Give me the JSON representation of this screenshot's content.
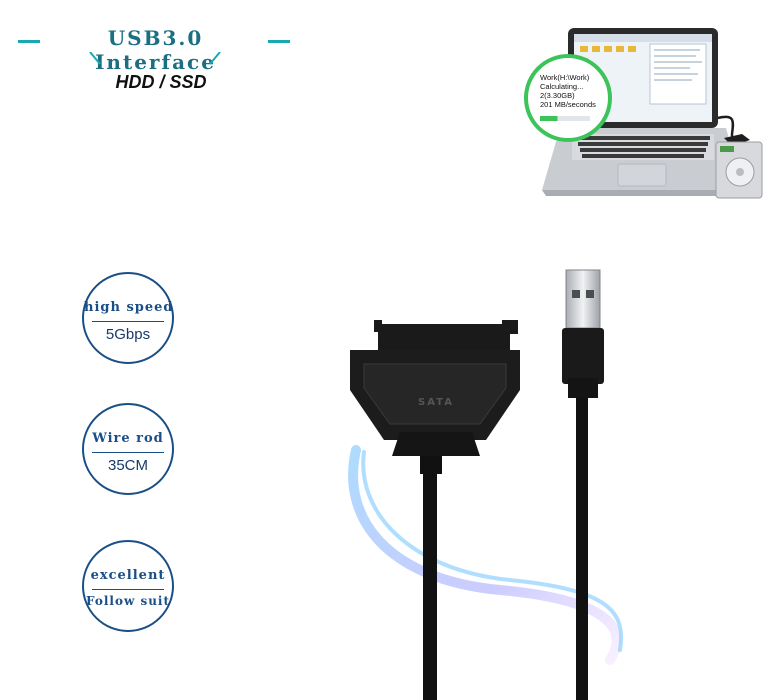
{
  "header": {
    "title": "USB3.0 Interface",
    "subtitle": "HDD / SSD"
  },
  "laptop_popup": {
    "line1": "Work(H:\\Work)",
    "line2": "Calculating...",
    "line3": "2(3.30GB)",
    "line4": "201 MB/seconds",
    "progress": 0.35
  },
  "badges": [
    {
      "line1": "high speed",
      "line2": "5Gbps"
    },
    {
      "line1": "Wire rod",
      "line2": "35CM"
    },
    {
      "line1": "excellent",
      "line2": "Follow suit"
    }
  ],
  "product": {
    "logo_text": "SATA"
  },
  "colors": {
    "title": "#1b6f82",
    "accent_teal": "#1aa9b3",
    "badge_border": "#1a4e86",
    "popup_ring": "#3cc45a",
    "adapter": "#1c1c1c"
  }
}
